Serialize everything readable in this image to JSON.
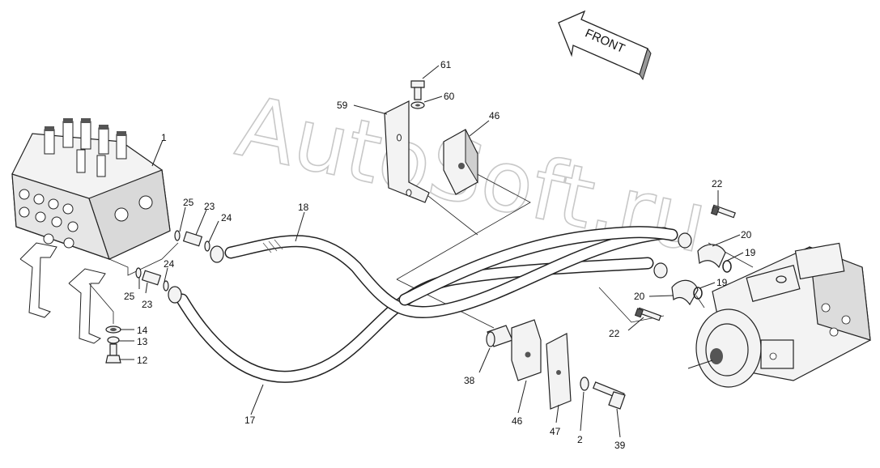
{
  "direction_label": "FRONT",
  "watermark": "AutoSoft.ru",
  "callouts": [
    {
      "id": "c1",
      "text": "1"
    },
    {
      "id": "c25a",
      "text": "25"
    },
    {
      "id": "c23a",
      "text": "23"
    },
    {
      "id": "c24a",
      "text": "24"
    },
    {
      "id": "c24b",
      "text": "24"
    },
    {
      "id": "c25b",
      "text": "25"
    },
    {
      "id": "c23b",
      "text": "23"
    },
    {
      "id": "c14",
      "text": "14"
    },
    {
      "id": "c13",
      "text": "13"
    },
    {
      "id": "c12",
      "text": "12"
    },
    {
      "id": "c18",
      "text": "18"
    },
    {
      "id": "c17",
      "text": "17"
    },
    {
      "id": "c59",
      "text": "59"
    },
    {
      "id": "c61",
      "text": "61"
    },
    {
      "id": "c60",
      "text": "60"
    },
    {
      "id": "c46a",
      "text": "46"
    },
    {
      "id": "c22a",
      "text": "22"
    },
    {
      "id": "c20a",
      "text": "20"
    },
    {
      "id": "c19a",
      "text": "19"
    },
    {
      "id": "c19b",
      "text": "19"
    },
    {
      "id": "c20b",
      "text": "20"
    },
    {
      "id": "c22b",
      "text": "22"
    },
    {
      "id": "c38",
      "text": "38"
    },
    {
      "id": "c46b",
      "text": "46"
    },
    {
      "id": "c47",
      "text": "47"
    },
    {
      "id": "c2",
      "text": "2"
    },
    {
      "id": "c39",
      "text": "39"
    }
  ]
}
